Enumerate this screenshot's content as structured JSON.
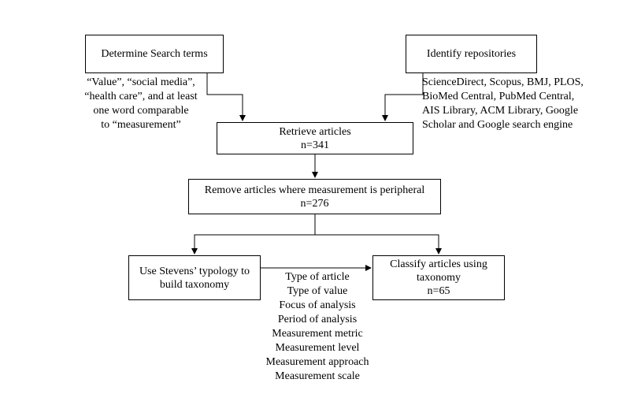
{
  "boxes": {
    "search_terms": {
      "label": "Determine Search terms"
    },
    "repositories": {
      "label": "Identify repositories"
    },
    "retrieve": {
      "label": "Retrieve articles",
      "count": "n=341"
    },
    "remove": {
      "label": "Remove articles where measurement is peripheral",
      "count": "n=276"
    },
    "stevens": {
      "line1": "Use Stevens’ typology to",
      "line2": "build taxonomy"
    },
    "classify": {
      "line1": "Classify articles using",
      "line2": "taxonomy",
      "count": "n=65"
    }
  },
  "annotations": {
    "search_terms": [
      "“Value”, “social media”,",
      "“health care”, and at least",
      "one word comparable",
      "to “measurement”"
    ],
    "repositories": [
      "ScienceDirect, Scopus, BMJ, PLOS,",
      "BioMed Central, PubMed Central,",
      "AIS Library, ACM Library, Google",
      "Scholar and Google search engine"
    ],
    "taxonomy_dimensions": [
      "Type of article",
      "Type of value",
      "Focus of analysis",
      "Period of analysis",
      "Measurement metric",
      "Measurement level",
      "Measurement approach",
      "Measurement scale"
    ]
  },
  "colors": {
    "line": "#000000",
    "box_border": "#000000",
    "background": "#ffffff"
  }
}
